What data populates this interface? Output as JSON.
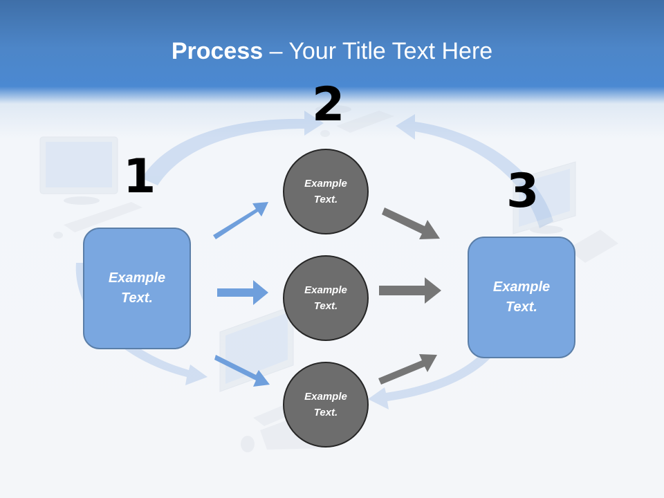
{
  "slide": {
    "title_bold": "Process",
    "title_rest": " – Your Title Text Here"
  },
  "steps": [
    {
      "number": "1"
    },
    {
      "number": "2"
    },
    {
      "number": "3"
    }
  ],
  "boxes": {
    "left": {
      "line1": "Example",
      "line2": "Text."
    },
    "right": {
      "line1": "Example",
      "line2": "Text."
    }
  },
  "circles": [
    {
      "line1": "Example",
      "line2": "Text."
    },
    {
      "line1": "Example",
      "line2": "Text."
    },
    {
      "line1": "Example",
      "line2": "Text."
    }
  ],
  "colors": {
    "header_blue": "#4b89d2",
    "box_fill": "#7aa7e0",
    "circle_fill": "#6d6d6d",
    "blue_arrow": "#6f9fdc",
    "gray_arrow": "#767676"
  }
}
